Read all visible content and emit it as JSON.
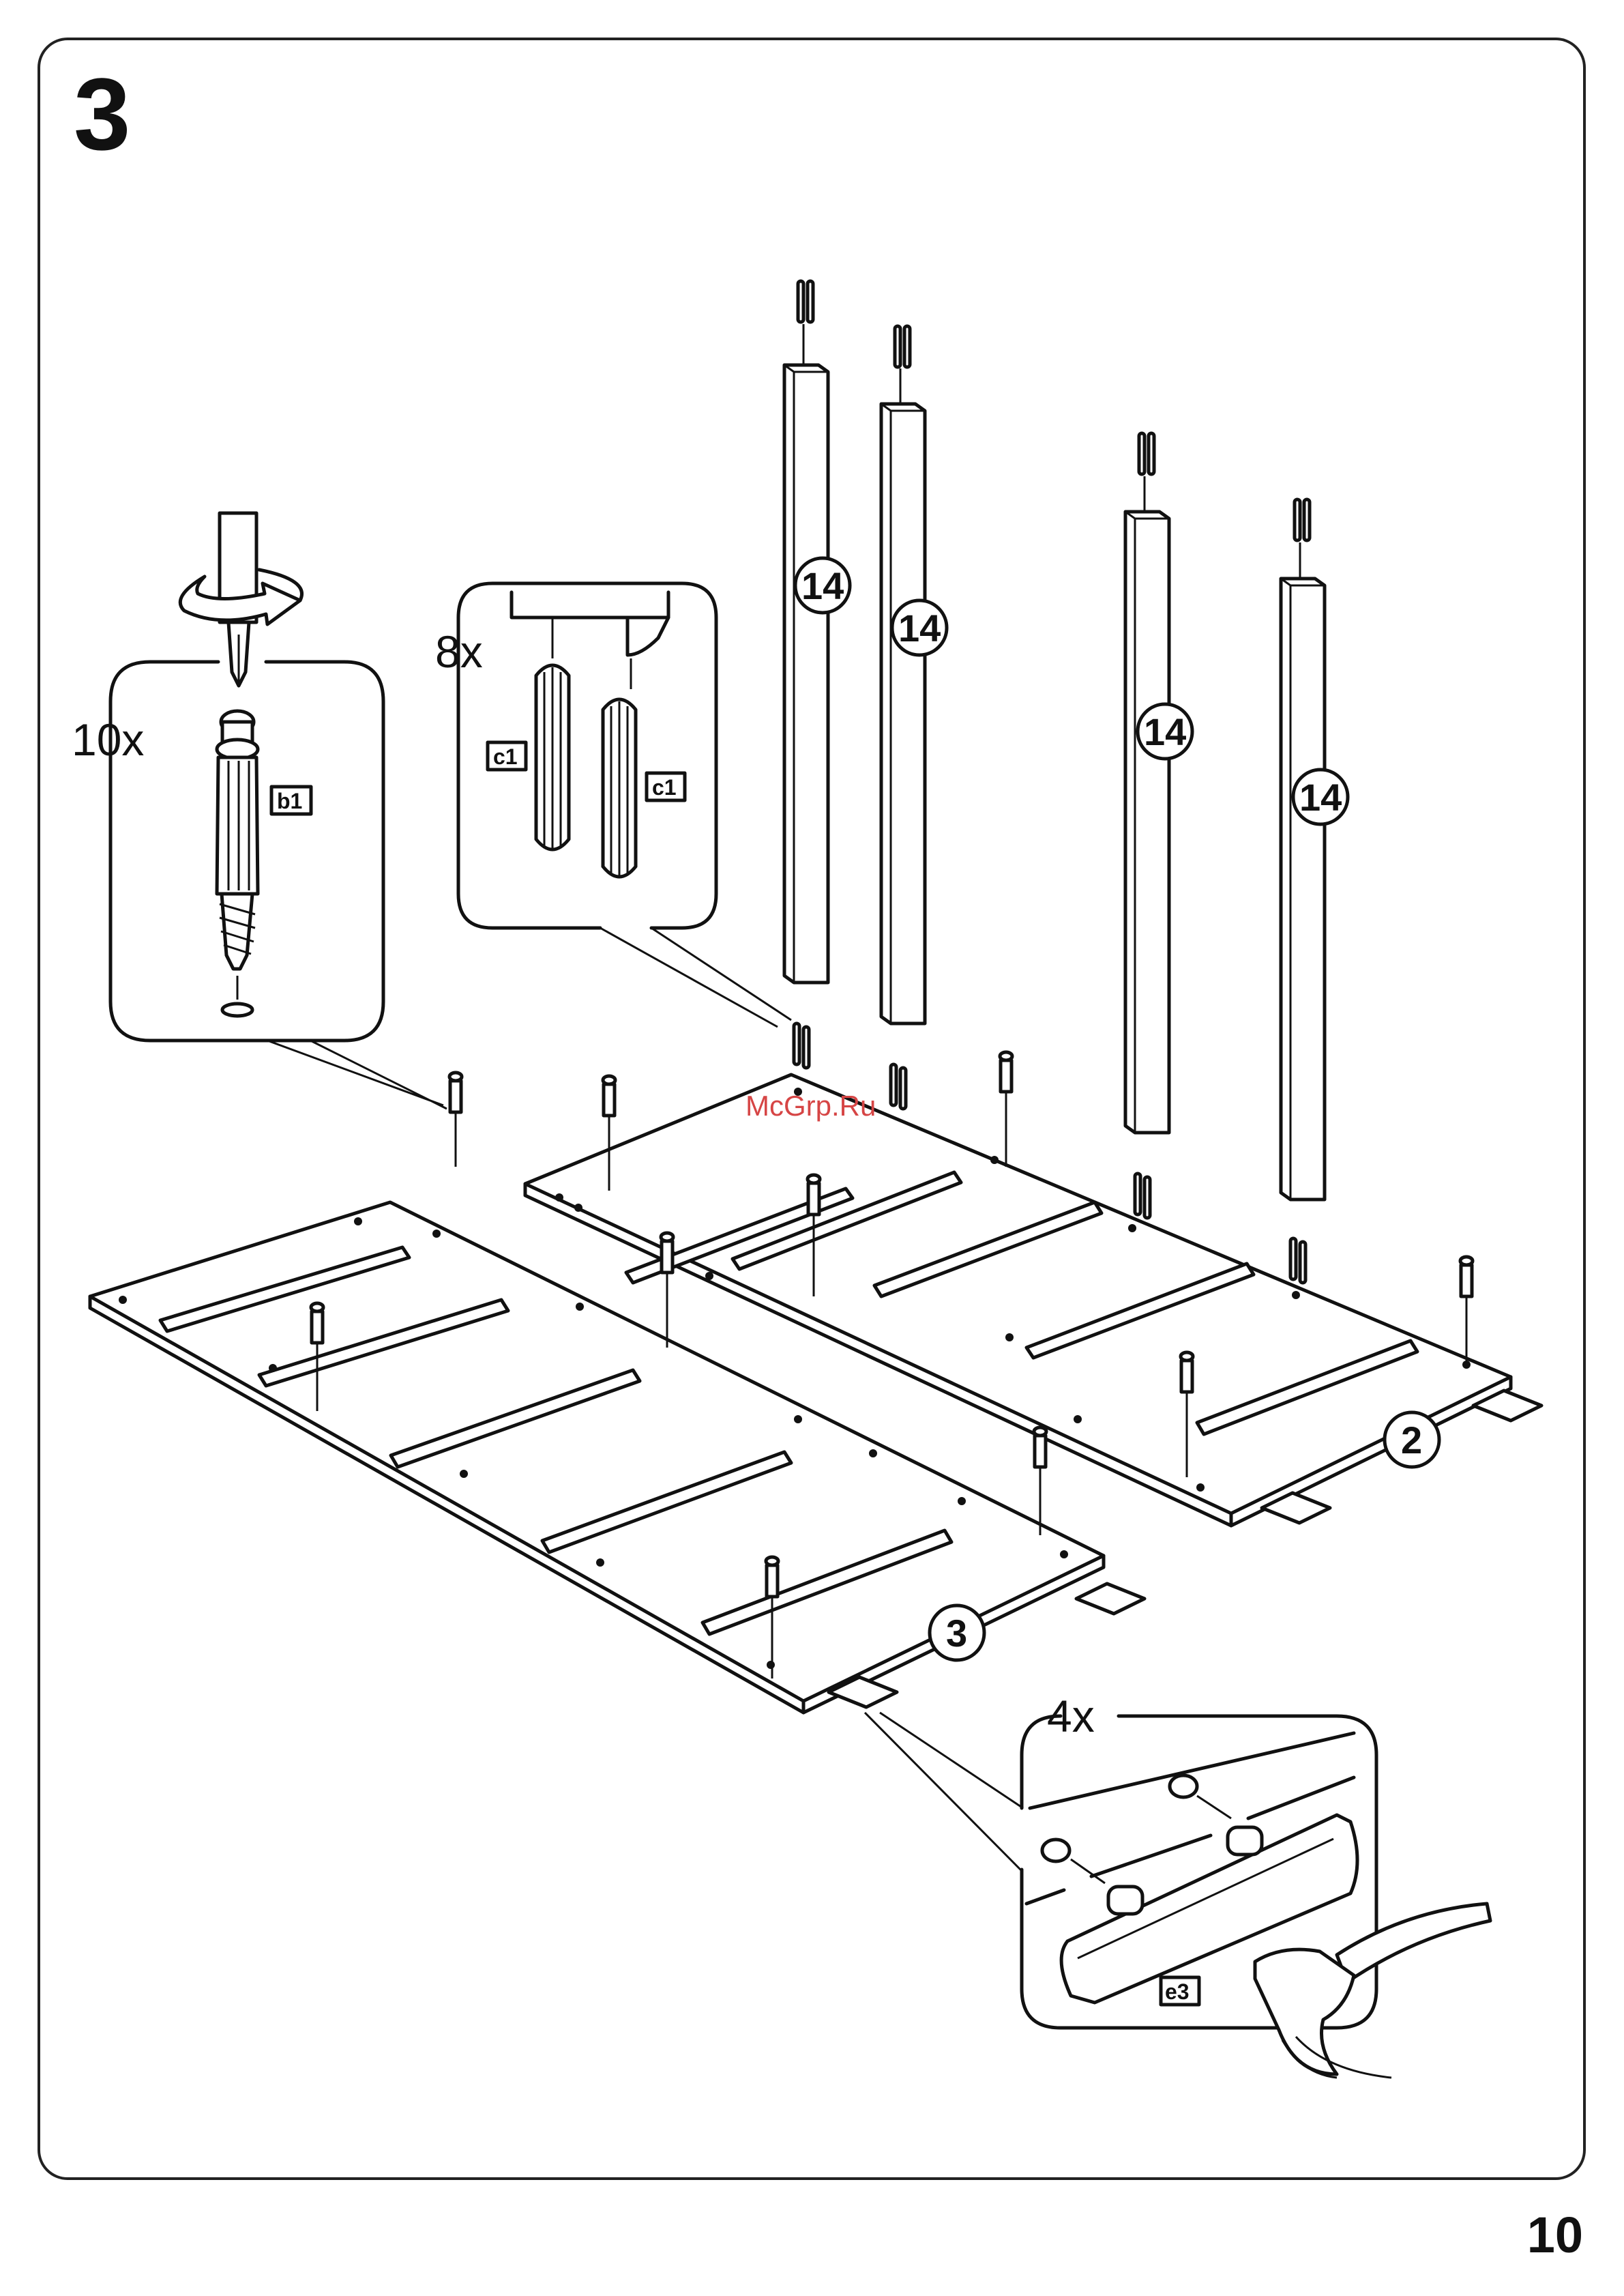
{
  "step": {
    "number": "3"
  },
  "page": {
    "number": "10"
  },
  "watermark": "McGrp.Ru",
  "callouts": {
    "cam": {
      "count": "10x",
      "part": "b1"
    },
    "dowel": {
      "count": "8x",
      "part": "c1"
    },
    "glide": {
      "count": "4x",
      "part": "e3"
    }
  },
  "parts": {
    "post": "14",
    "panel_back": "2",
    "panel_front": "3"
  },
  "icons": [
    "screwdriver-icon",
    "rotate-arrow-icon",
    "hammer-icon"
  ]
}
